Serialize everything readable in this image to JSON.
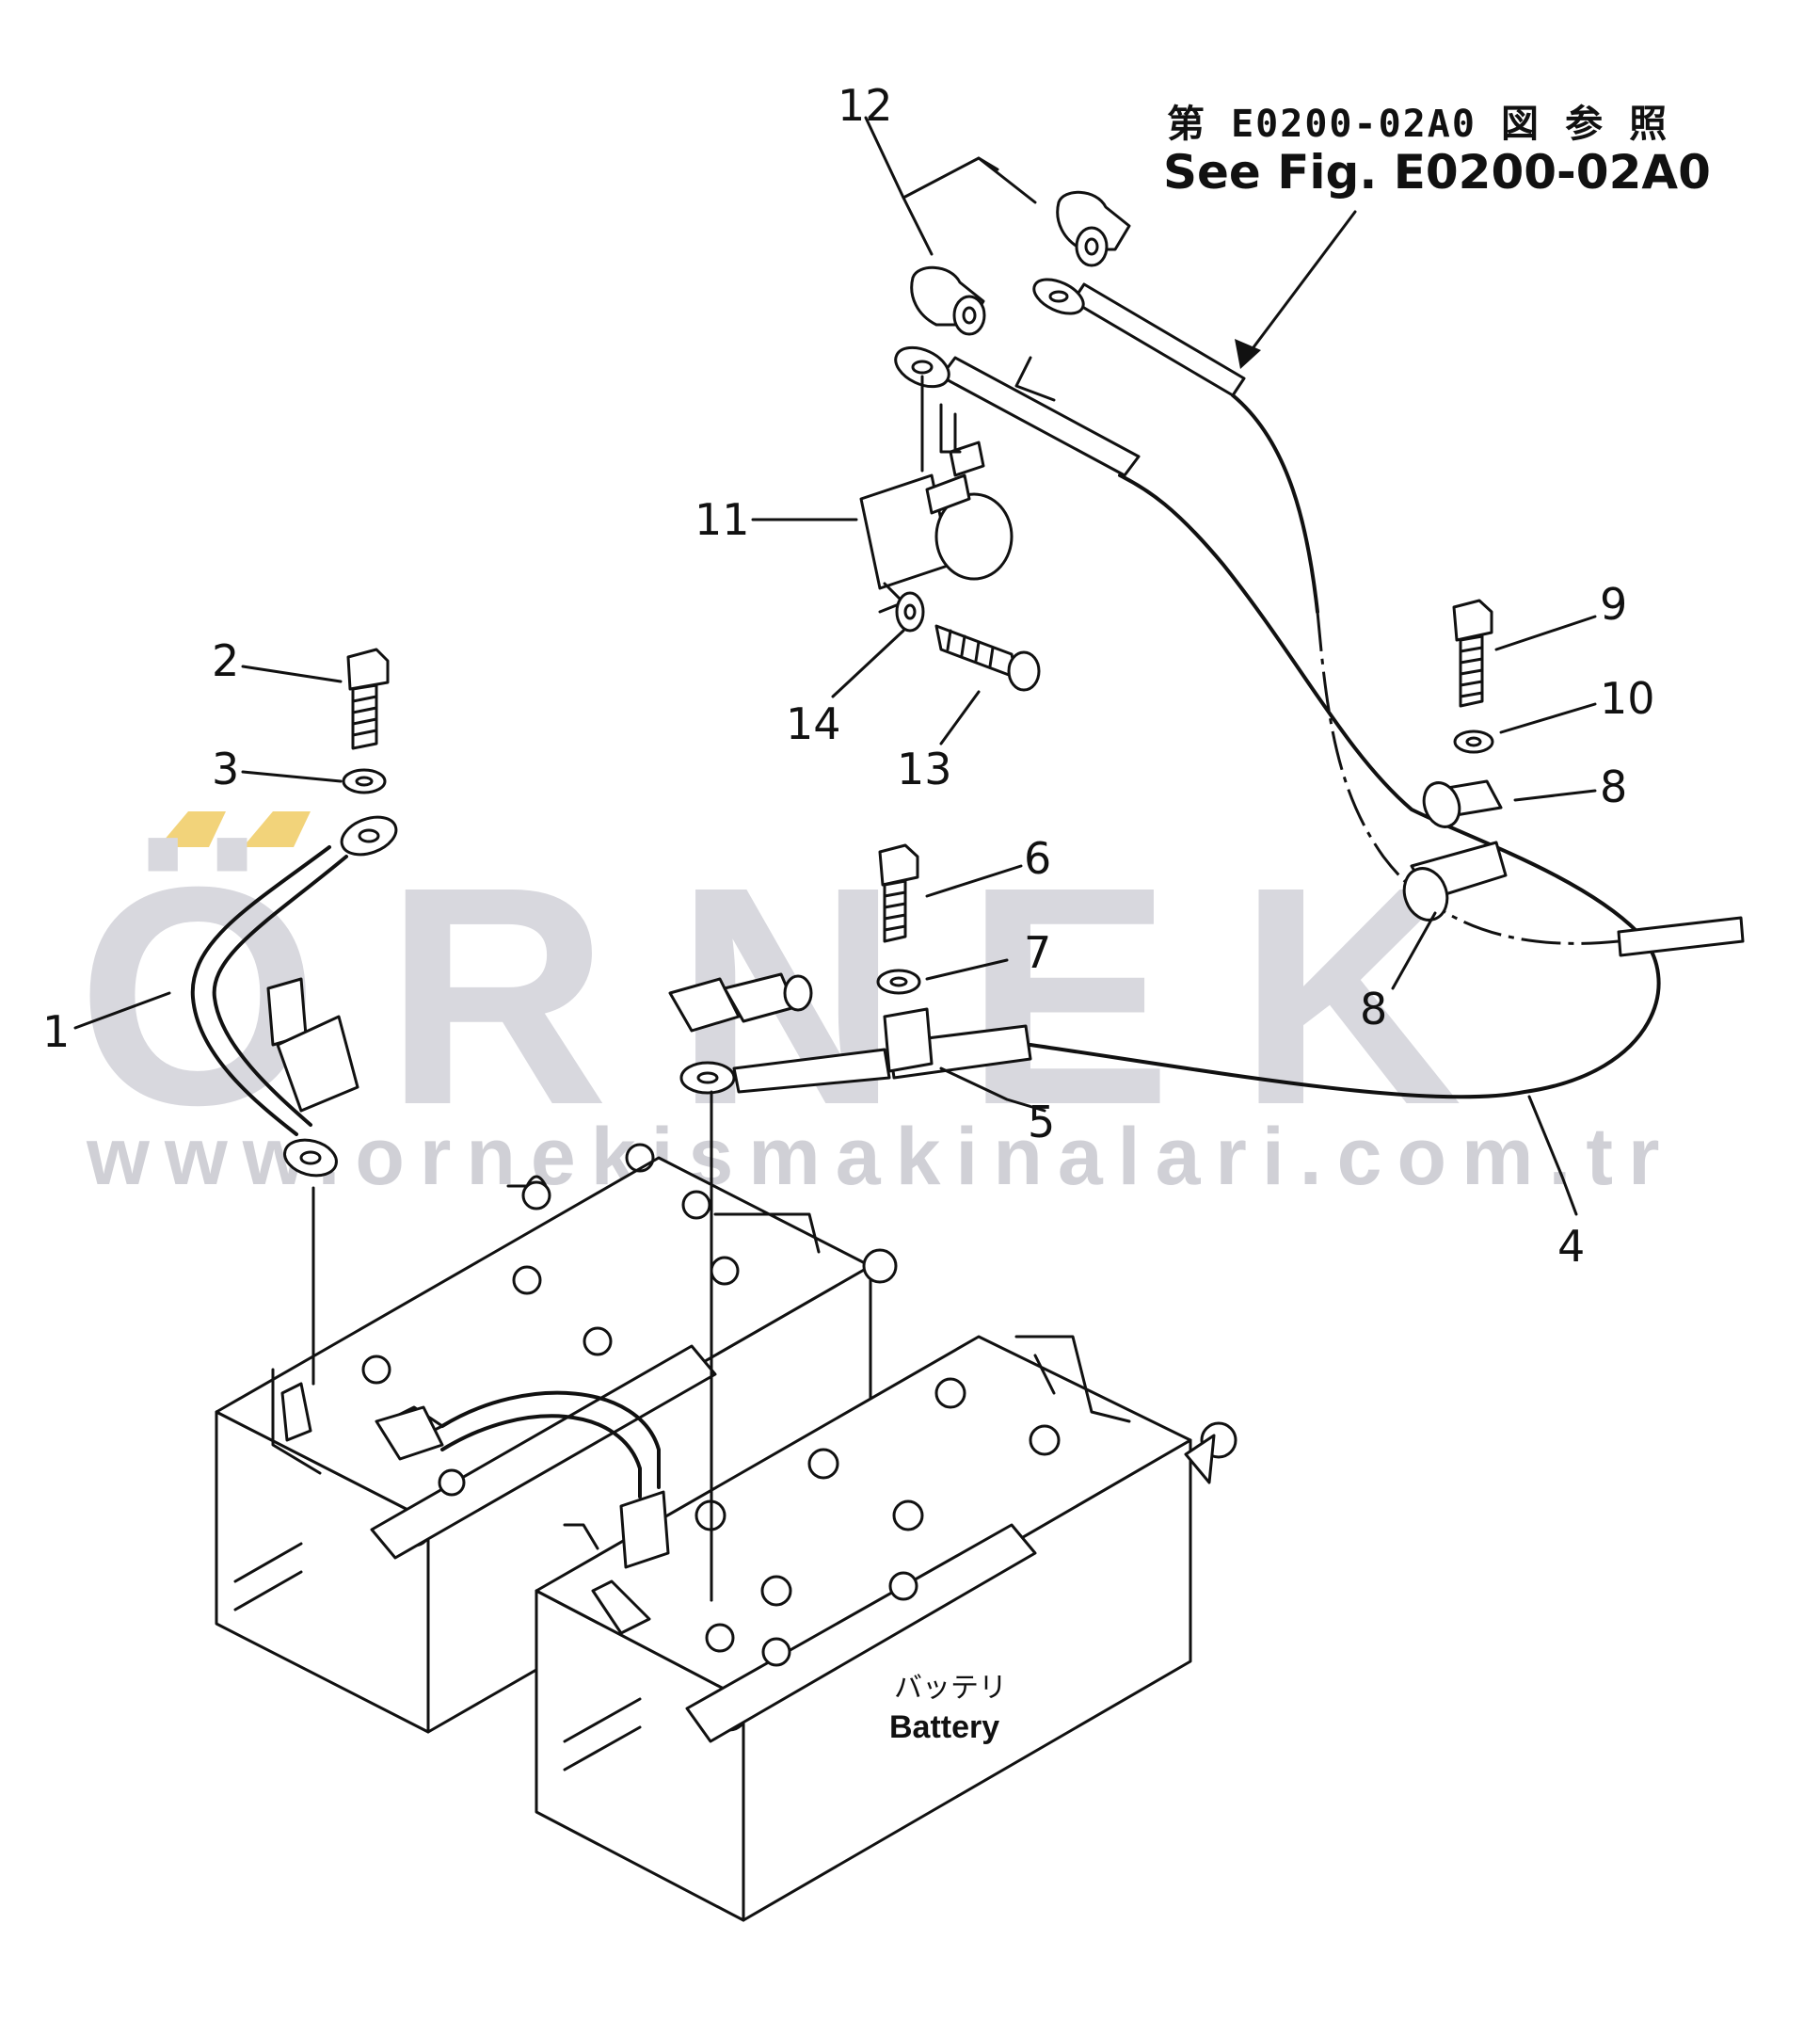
{
  "reference": {
    "japanese": "第 E0200-02A0 図 参 照",
    "english": "See Fig. E0200-02A0"
  },
  "watermark": {
    "brand": "ÖRNEK",
    "url": "www.ornekismakinalari.com.tr",
    "accent_color": "#f2d37a",
    "text_color": "#d8d8de"
  },
  "battery_label": {
    "japanese": "バッテリ",
    "english": "Battery"
  },
  "callouts": [
    "1",
    "2",
    "3",
    "4",
    "5",
    "6",
    "7",
    "8",
    "8",
    "9",
    "10",
    "11",
    "12",
    "13",
    "14"
  ]
}
